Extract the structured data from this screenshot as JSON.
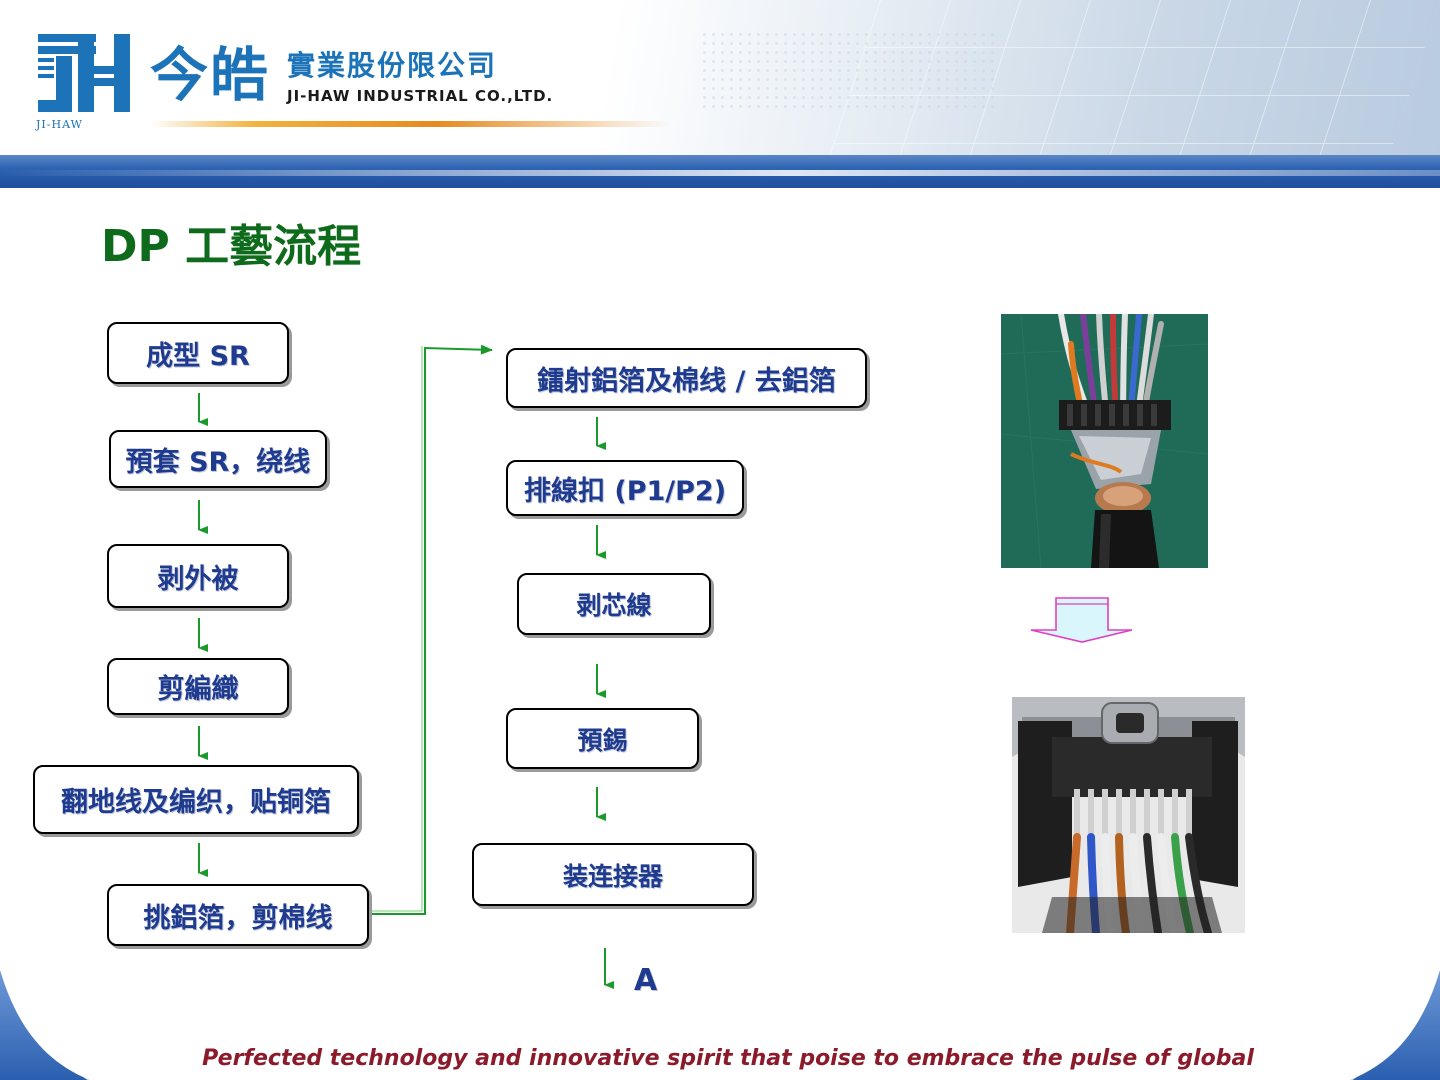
{
  "company": {
    "name_cn_big": "今皓",
    "name_cn_small": "實業股份限公司",
    "name_en": "JI-HAW INDUSTRIAL CO.,LTD.",
    "logo_letters": "JH",
    "logo_sub": "JI-HAW"
  },
  "slide": {
    "title": "DP 工藝流程"
  },
  "flow_left": [
    {
      "label": "成型 SR"
    },
    {
      "label": "預套 SR，绕线"
    },
    {
      "label": "剥外被"
    },
    {
      "label": "剪編織"
    },
    {
      "label": "翻地线及编织，贴铜箔"
    },
    {
      "label": "挑鋁箔，剪棉线"
    }
  ],
  "flow_right": [
    {
      "label": "鐳射鋁箔及棉线 / 去鋁箔"
    },
    {
      "label": "排線扣 (P1/P2)"
    },
    {
      "label": "剥芯線"
    },
    {
      "label": "預錫"
    },
    {
      "label": "装连接器"
    }
  ],
  "connector_label": "A",
  "footer": {
    "tagline": "Perfected technology and innovative spirit that poise to embrace the pulse of global"
  },
  "colors": {
    "title_green": "#0e6b1b",
    "box_text_blue": "#1f3b8f",
    "arrow_green": "#1a9a2a",
    "header_band_blue": "#2e63b3",
    "tagline_red": "#8b1b2b",
    "down_arrow_outline": "#e040c0",
    "down_arrow_fill": "#d8f6fb"
  }
}
